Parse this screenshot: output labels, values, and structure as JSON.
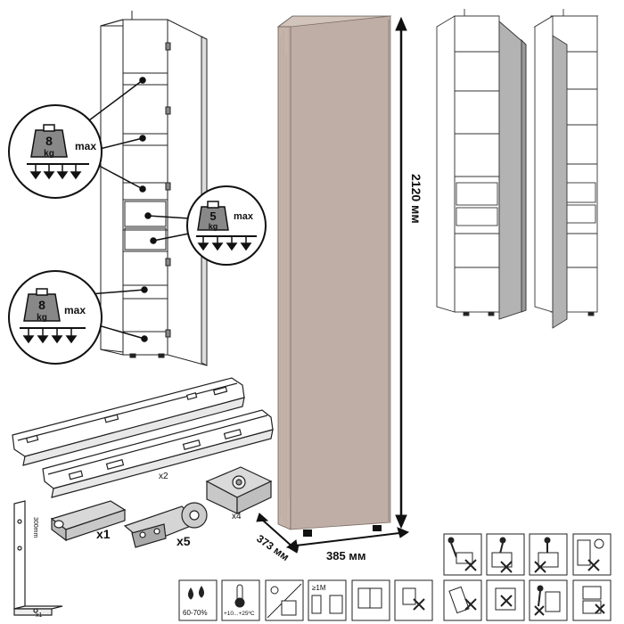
{
  "dimensions": {
    "height": "2120 мм",
    "width": "385 мм",
    "depth": "373 мм"
  },
  "load_badges": [
    {
      "value": "8",
      "unit": "kg",
      "suffix": "max"
    },
    {
      "value": "5",
      "unit": "kg",
      "suffix": "max"
    },
    {
      "value": "8",
      "unit": "kg",
      "suffix": "max"
    }
  ],
  "accessories": {
    "rails_qty": "x2",
    "knob_qty": "x1",
    "hinge_qty": "x5",
    "foot_qty": "x4",
    "bracket_qty": "x1",
    "bracket_size": "300mm"
  },
  "care_icons": {
    "humidity": "60-70%",
    "temperature": "+10...+25ºC",
    "distance": "≥1M"
  },
  "colors": {
    "cabinet_front": "#bfaea6",
    "cabinet_side": "#c4b4aa",
    "line": "#111111",
    "mirror": "#b3b3b3"
  }
}
